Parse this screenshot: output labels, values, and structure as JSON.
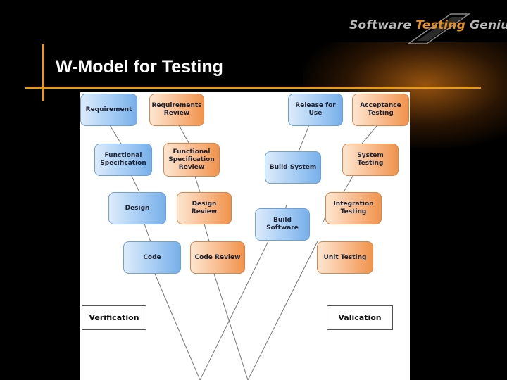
{
  "header": {
    "brand_part1": "Software",
    "brand_part2": "Testing",
    "brand_part3": "Genius",
    "title": "W-Model for Testing"
  },
  "colors": {
    "background": "#000000",
    "accent_line": "#e59a1c",
    "title_text": "#ffffff",
    "brand_orange": "#e8901e",
    "brand_gray": "#b9b9b9",
    "verification_box": "#78afe9",
    "validation_box": "#f0934c"
  },
  "diagram": {
    "boxes": {
      "requirement": "Requirement",
      "requirements_review": "Requirements\nReview",
      "release_for_use": "Release for\nUse",
      "acceptance_testing": "Acceptance\nTesting",
      "functional_specification": "Functional\nSpecification",
      "functional_specification_review": "Functional\nSpecification\nReview",
      "build_system": "Build System",
      "system_testing": "System Testing",
      "design": "Design",
      "design_review": "Design Review",
      "build_software": "Build Software",
      "integration_testing": "Integration\nTesting",
      "code": "Code",
      "code_review": "Code Review",
      "unit_testing": "Unit Testing"
    },
    "labels": {
      "verification": "Verification",
      "validation": "Valication"
    }
  }
}
